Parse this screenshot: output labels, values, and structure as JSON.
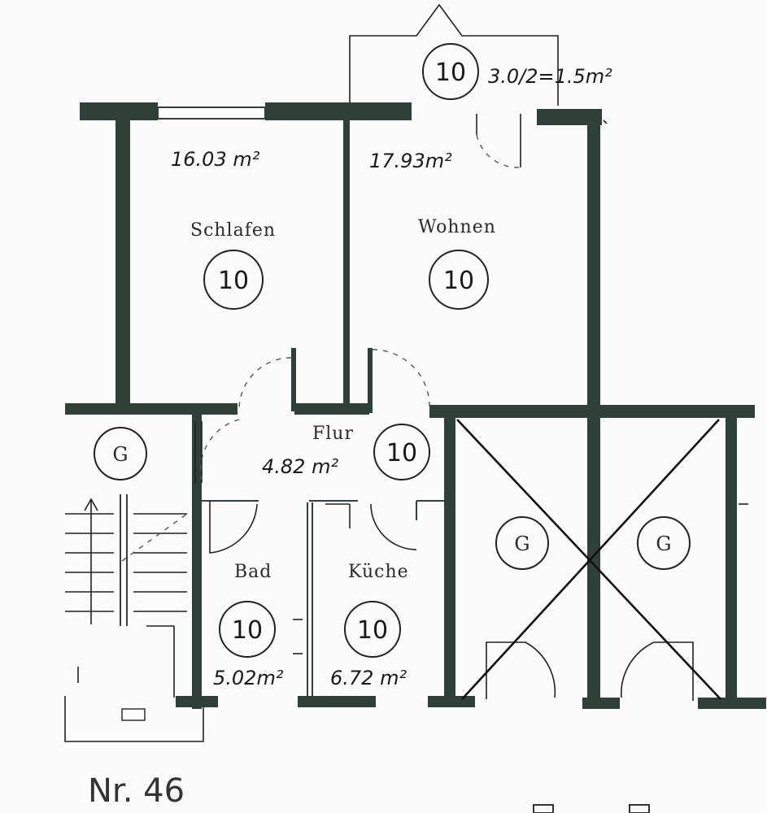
{
  "rooms": {
    "balcony": {
      "badge": "10",
      "area": "3.0/2=1.5m²"
    },
    "schlafen": {
      "name": "Schlafen",
      "badge": "10",
      "area": "16.03 m²"
    },
    "wohnen": {
      "name": "Wohnen",
      "badge": "10",
      "area": "17.93m²"
    },
    "flur": {
      "name": "Flur",
      "badge": "10",
      "area": "4.82 m²"
    },
    "bad": {
      "name": "Bad",
      "badge": "10",
      "area": "5.02m²"
    },
    "kueche": {
      "name": "Küche",
      "badge": "10",
      "area": "6.72 m²"
    },
    "stair_g": {
      "badge": "G"
    },
    "garage_left": {
      "badge": "G"
    },
    "garage_right": {
      "badge": "G"
    }
  },
  "label": "Nr. 46"
}
